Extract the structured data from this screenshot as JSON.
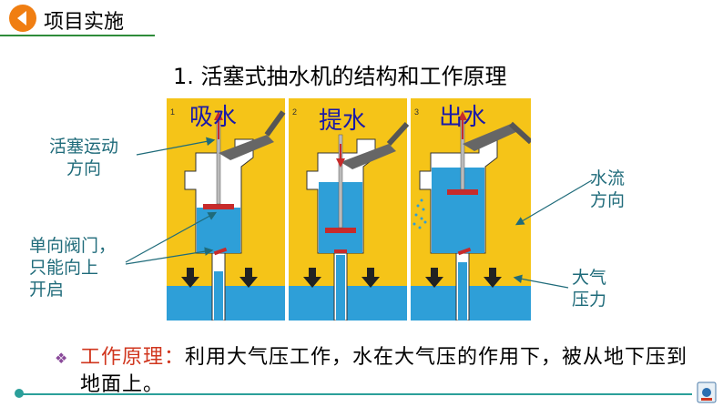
{
  "header": {
    "title": "项目实施",
    "accent_color": "#f07e12",
    "line_color": "#2e8b3a"
  },
  "main": {
    "title": "1. 活塞式抽水机的结构和工作原理"
  },
  "figure": {
    "stages": [
      {
        "number": "1",
        "label": "吸水"
      },
      {
        "number": "2",
        "label": "提水"
      },
      {
        "number": "3",
        "label": "出水"
      }
    ],
    "background_color": "#f5c418",
    "water_color": "#2e9fd8"
  },
  "annotations": {
    "piston_direction": [
      "活塞运动",
      "方向"
    ],
    "valve": [
      "单向阀门，",
      "只能向上",
      "开启"
    ],
    "water_flow": [
      "水流",
      "方向"
    ],
    "atmospheric": [
      "大气",
      "压力"
    ]
  },
  "body": {
    "bullet": "❖",
    "label": "工作原理：",
    "text": "利用大气压工作，水在大气压的作用下，被从地下压到地面上。"
  },
  "footer": {
    "line_color": "#2b9f9a"
  }
}
